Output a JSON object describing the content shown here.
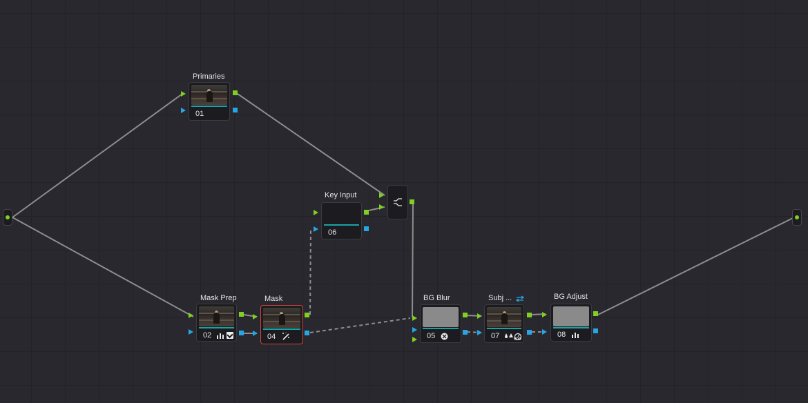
{
  "nodes": [
    {
      "id": "01",
      "label": "Primaries"
    },
    {
      "id": "02",
      "label": "Mask Prep"
    },
    {
      "id": "04",
      "label": "Mask"
    },
    {
      "id": "06",
      "label": "Key Input"
    },
    {
      "id": "05",
      "label": "BG Blur"
    },
    {
      "id": "07",
      "label": "Subj ..."
    },
    {
      "id": "08",
      "label": "BG Adjust"
    }
  ],
  "icons": {
    "layer_mixer": "layer-mixer-icon",
    "swap": "swap-arrows-icon",
    "bars": "bar-chart-icon",
    "checkbox": "checkbox-icon",
    "magic": "magic-wand-icon",
    "blur": "blur-icon",
    "hdr": "HDR"
  },
  "colors": {
    "rgb_port": "#7fd021",
    "alpha_port": "#27a6e6",
    "link": "#9a9a9a",
    "selected": "#d2443a",
    "teal": "#19a3a8"
  }
}
